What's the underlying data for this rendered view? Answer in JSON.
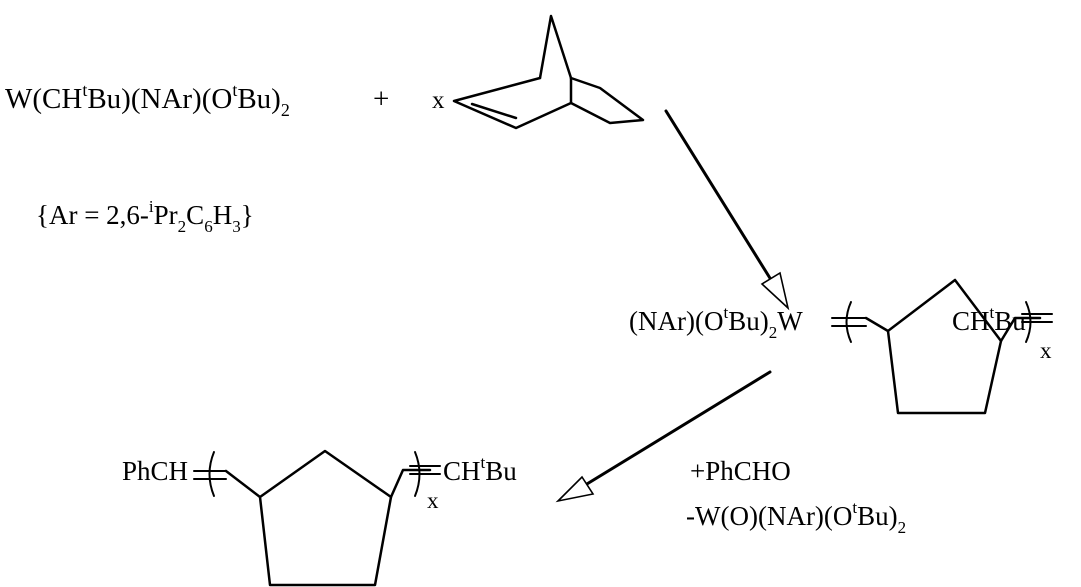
{
  "reagent": {
    "metal": "W(CH",
    "t1": "t",
    "bu1": "Bu)(NAr)(O",
    "t2": "t",
    "bu2": "Bu)",
    "sub2": "2",
    "plus": "+",
    "x": "x"
  },
  "aryl_def": {
    "open": "{Ar = 2,6-",
    "i": "i",
    "pr": "Pr",
    "s2": "2",
    "c": "C",
    "s6": "6",
    "h": "H",
    "s3": "3",
    "close": "}"
  },
  "polymer": {
    "prefix": "(NAr)(O",
    "t": "t",
    "bu": "Bu)",
    "sub2": "2",
    "w": "W",
    "end": "CH",
    "end_t": "t",
    "end_bu": "Bu",
    "x": "x"
  },
  "product": {
    "prefix": "PhCH",
    "end": "CH",
    "end_t": "t",
    "end_bu": "Bu",
    "x": "x"
  },
  "conditions": {
    "line1": "+PhCHO",
    "line2_a": "-W(O)(NAr)(O",
    "line2_t": "t",
    "line2_bu": "Bu)",
    "line2_sub": "2"
  }
}
